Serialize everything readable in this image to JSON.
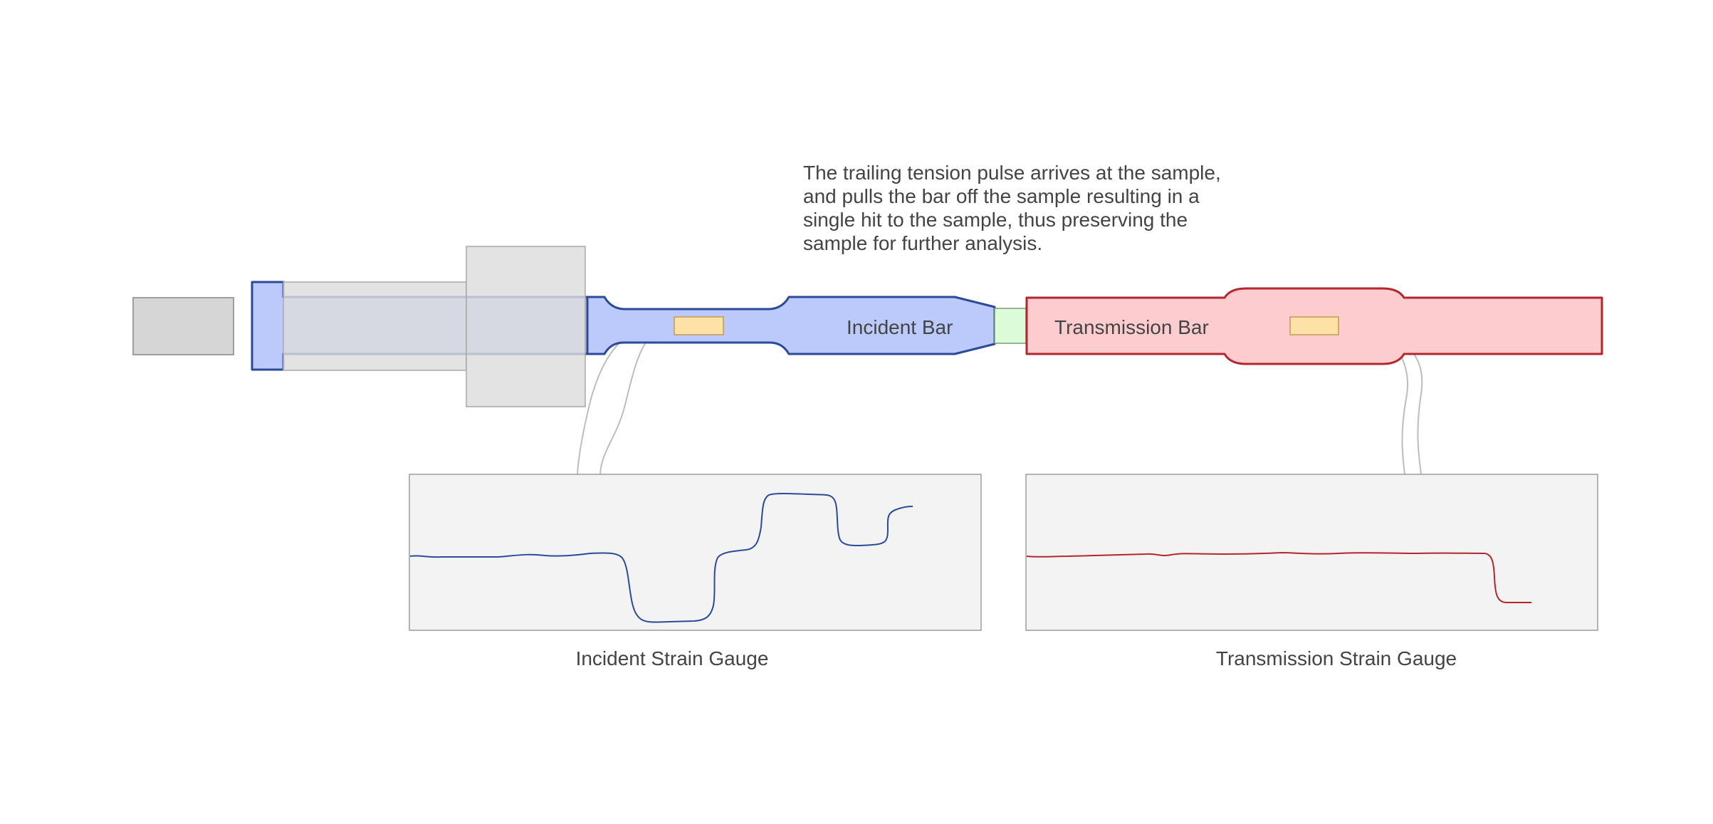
{
  "description_text": [
    "The trailing tension pulse arrives at the sample,",
    "and pulls the bar off the sample resulting in a",
    "single hit to the sample, thus preserving the",
    "sample for further analysis."
  ],
  "labels": {
    "incident_bar": "Incident Bar",
    "transmission_bar": "Transmission Bar",
    "incident_gauge": "Incident Strain Gauge",
    "transmission_gauge": "Transmission Strain Gauge"
  },
  "colors": {
    "incident_fill": "#bcc9fb",
    "incident_stroke": "#2c4a9a",
    "transmission_fill": "#fdcccf",
    "transmission_stroke": "#b3262e",
    "sample_fill": "#dcfbd8",
    "gauge_fill": "#fde1a6",
    "housing_fill": "#dcdcdc",
    "panel_fill": "#f3f3f3",
    "text": "#444444"
  }
}
